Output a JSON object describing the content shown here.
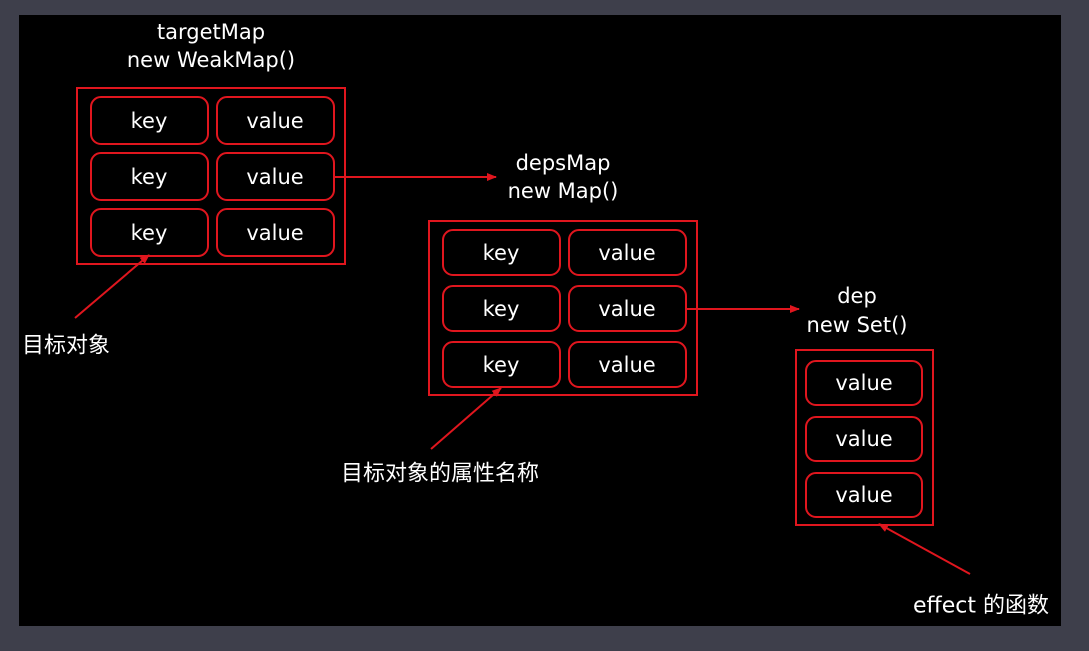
{
  "colors": {
    "page_background": "#3e3f4b",
    "canvas_background": "#000000",
    "accent": "#e0161e",
    "text": "#ffffff"
  },
  "target_map": {
    "name": "targetMap",
    "constructor": "new WeakMap()",
    "rows": [
      {
        "key": "key",
        "value": "value"
      },
      {
        "key": "key",
        "value": "value"
      },
      {
        "key": "key",
        "value": "value"
      }
    ],
    "annotation": "目标对象"
  },
  "deps_map": {
    "name": "depsMap",
    "constructor": "new Map()",
    "rows": [
      {
        "key": "key",
        "value": "value"
      },
      {
        "key": "key",
        "value": "value"
      },
      {
        "key": "key",
        "value": "value"
      }
    ],
    "annotation": "目标对象的属性名称"
  },
  "dep": {
    "name": "dep",
    "constructor": "new Set()",
    "values": [
      "value",
      "value",
      "value"
    ],
    "annotation": "effect 的函数"
  }
}
